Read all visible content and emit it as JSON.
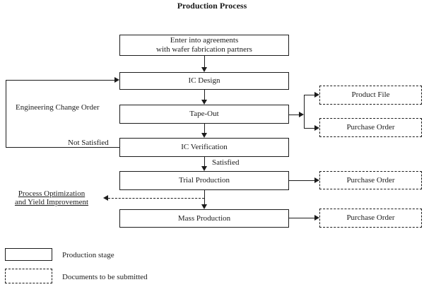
{
  "title": "Production Process",
  "stages": {
    "agreements_line1": "Enter into agreements",
    "agreements_line2": "with wafer fabrication partners",
    "ic_design": "IC Design",
    "tape_out": "Tape-Out",
    "ic_verification": "IC Verification",
    "trial_production": "Trial Production",
    "mass_production": "Mass Production"
  },
  "documents": {
    "product_file": "Product File",
    "purchase_order_tape_out": "Purchase Order",
    "purchase_order_trial": "Purchase Order",
    "purchase_order_mass": "Purchase Order"
  },
  "annotations": {
    "engineering_change_order": "Engineering Change Order",
    "not_satisfied": "Not Satisfied",
    "satisfied": "Satisfied",
    "process_optimization_line1": "Process Optimization",
    "process_optimization_line2": "and Yield Improvement"
  },
  "legend": {
    "solid_box_label": "Production stage",
    "dashed_box_label": "Documents to be submitted"
  },
  "colors": {
    "line": "#1c1c1c",
    "text": "#1c1c1c",
    "background": "#ffffff"
  }
}
